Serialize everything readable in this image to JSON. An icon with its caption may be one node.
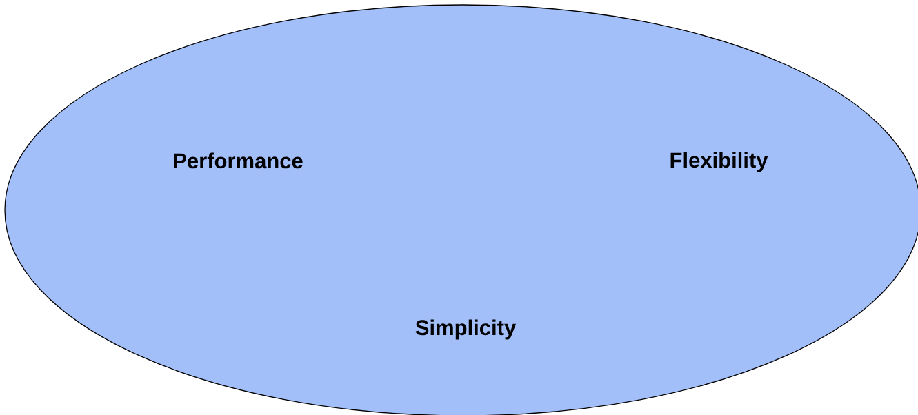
{
  "diagram": {
    "nodes": [
      {
        "text": [
          "Performance",
          "Flexibility",
          "Simplicity"
        ]
      }
    ]
  }
}
